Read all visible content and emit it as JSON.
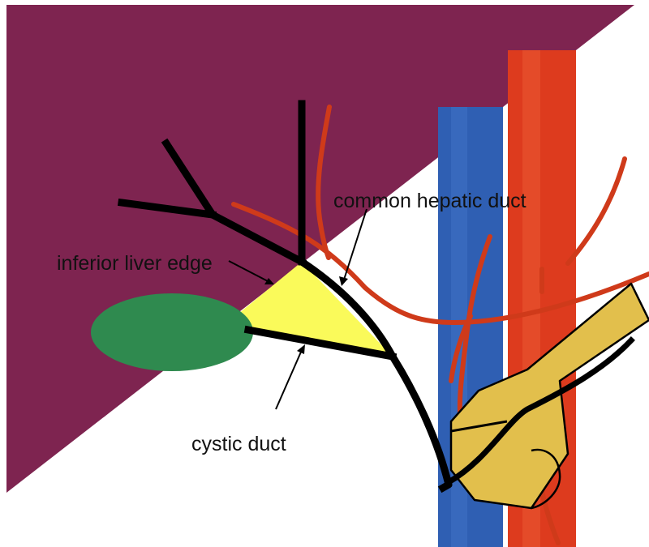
{
  "labels": {
    "common_hepatic_duct": "common hepatic duct",
    "inferior_liver_edge": "inferior liver edge",
    "cystic_duct": "cystic duct"
  },
  "colors": {
    "liver": "#7e2450",
    "vena_cava": "#2f5fb3",
    "aorta": "#dd3b1e",
    "artery": "#cf3a1a",
    "gallbladder": "#2f8a4f",
    "triangle": "#fafa5a",
    "pancreas": "#e2bf4c",
    "duct": "#000000"
  }
}
